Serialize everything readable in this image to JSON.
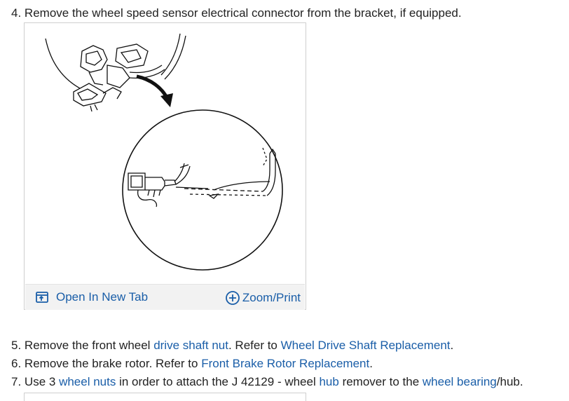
{
  "steps": {
    "s4": {
      "num": "4.",
      "text": "Remove the wheel speed sensor electrical connector from the bracket, if equipped."
    },
    "s5": {
      "num": "5.",
      "t1": "Remove the front wheel ",
      "link1": "drive shaft nut",
      "t2": ". Refer to ",
      "link2": "Wheel Drive Shaft Replacement",
      "t3": "."
    },
    "s6": {
      "num": "6.",
      "t1": "Remove the brake rotor. Refer to ",
      "link1": "Front Brake Rotor Replacement",
      "t2": "."
    },
    "s7": {
      "num": "7.",
      "t1": "Use 3 ",
      "link1": "wheel nuts",
      "t2": " in order to attach the J 42129 - wheel ",
      "link2": "hub",
      "t3": " remover to the ",
      "link3": "wheel bearing",
      "t4": "/hub."
    }
  },
  "figure": {
    "open_tab_label": "Open In New Tab",
    "zoom_label": "Zoom/Print",
    "open_tab_icon": "open-in-new-tab-icon",
    "zoom_icon": "plus-circle-icon"
  },
  "colors": {
    "link": "#1a5ea8",
    "text": "#222222",
    "toolbar_bg": "#f2f2f2"
  }
}
